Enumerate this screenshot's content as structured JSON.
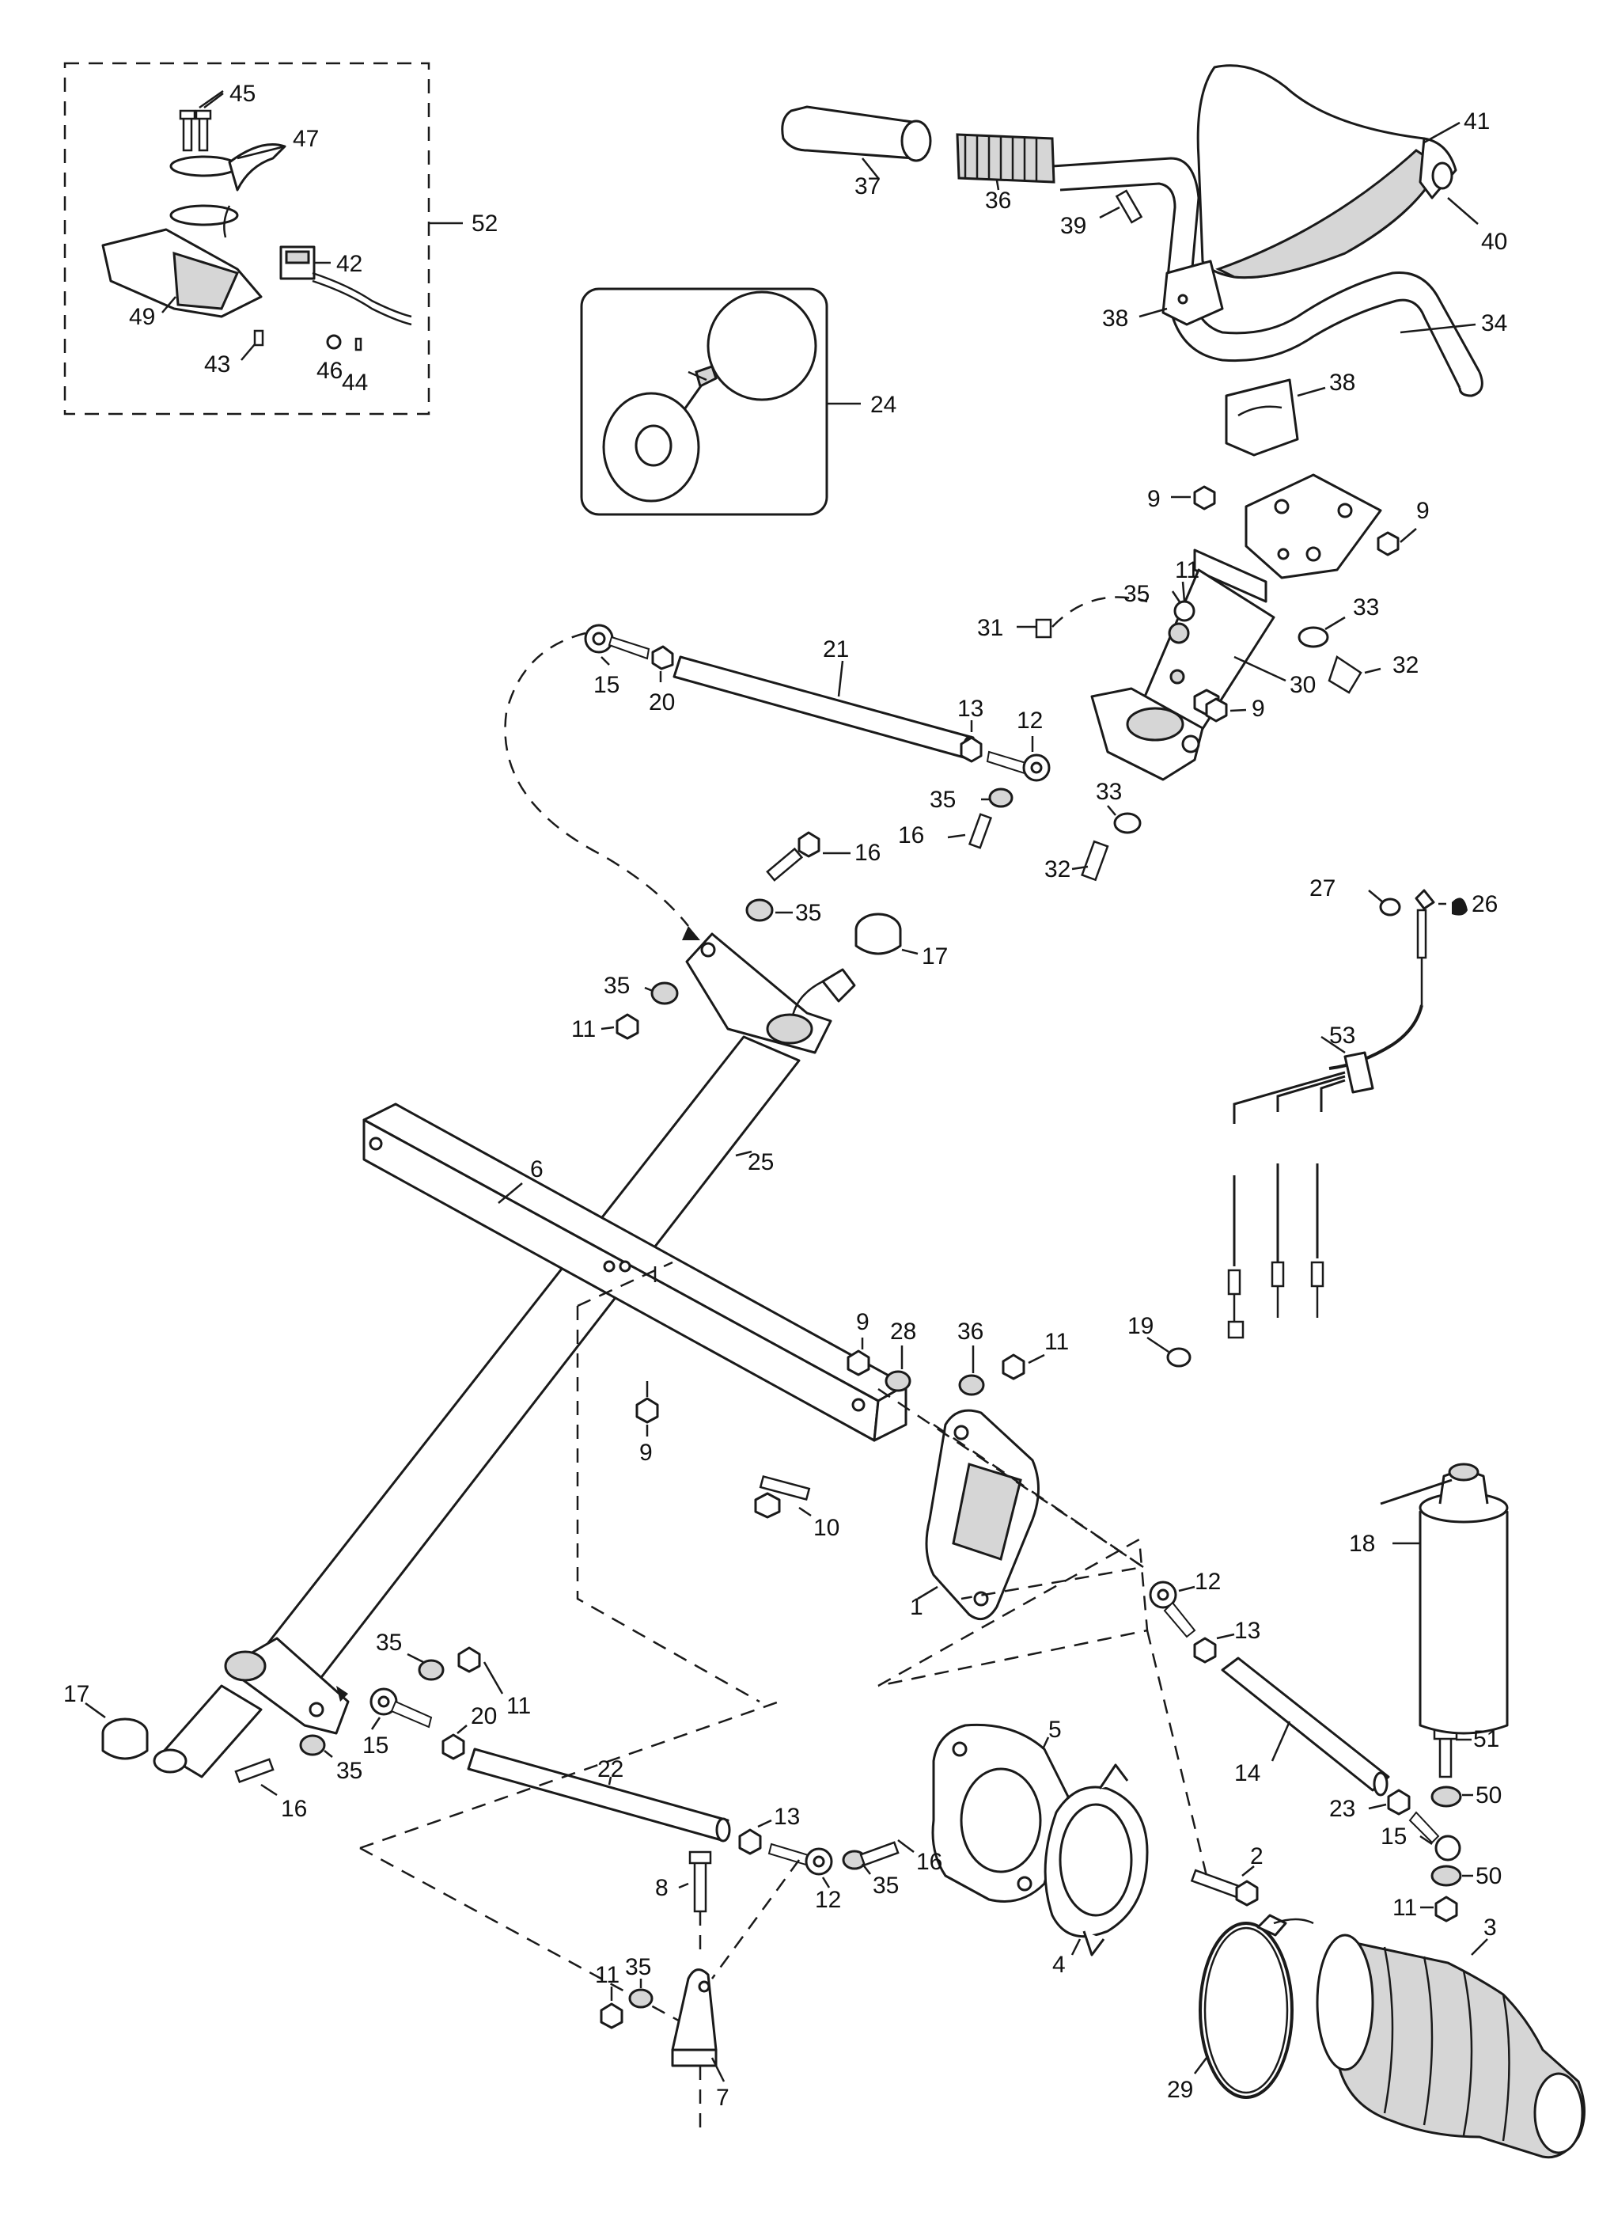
{
  "callouts": [
    {
      "id": "c45",
      "text": "45"
    },
    {
      "id": "c47",
      "text": "47"
    },
    {
      "id": "c52",
      "text": "52"
    },
    {
      "id": "c42",
      "text": "42"
    },
    {
      "id": "c49",
      "text": "49"
    },
    {
      "id": "c43",
      "text": "43"
    },
    {
      "id": "c46",
      "text": "46"
    },
    {
      "id": "c44",
      "text": "44"
    },
    {
      "id": "c24",
      "text": "24"
    },
    {
      "id": "c37",
      "text": "37"
    },
    {
      "id": "c36a",
      "text": "36"
    },
    {
      "id": "c39",
      "text": "39"
    },
    {
      "id": "c41",
      "text": "41"
    },
    {
      "id": "c40",
      "text": "40"
    },
    {
      "id": "c34",
      "text": "34"
    },
    {
      "id": "c38a",
      "text": "38"
    },
    {
      "id": "c38b",
      "text": "38"
    },
    {
      "id": "c9a",
      "text": "9"
    },
    {
      "id": "c9b",
      "text": "9"
    },
    {
      "id": "c35a",
      "text": "35"
    },
    {
      "id": "c11a",
      "text": "11"
    },
    {
      "id": "c33a",
      "text": "33"
    },
    {
      "id": "c31",
      "text": "31"
    },
    {
      "id": "c32a",
      "text": "32"
    },
    {
      "id": "c30",
      "text": "30"
    },
    {
      "id": "c21",
      "text": "21"
    },
    {
      "id": "c15a",
      "text": "15"
    },
    {
      "id": "c20a",
      "text": "20"
    },
    {
      "id": "c13a",
      "text": "13"
    },
    {
      "id": "c12a",
      "text": "12"
    },
    {
      "id": "c9c",
      "text": "9"
    },
    {
      "id": "c35b",
      "text": "35"
    },
    {
      "id": "c33b",
      "text": "33"
    },
    {
      "id": "c16a",
      "text": "16"
    },
    {
      "id": "c32b",
      "text": "32"
    },
    {
      "id": "c16b",
      "text": "16"
    },
    {
      "id": "c35c",
      "text": "35"
    },
    {
      "id": "c17a",
      "text": "17"
    },
    {
      "id": "c27",
      "text": "27"
    },
    {
      "id": "c26",
      "text": "26"
    },
    {
      "id": "c35d",
      "text": "35"
    },
    {
      "id": "c11b",
      "text": "11"
    },
    {
      "id": "c53",
      "text": "53"
    },
    {
      "id": "c6",
      "text": "6"
    },
    {
      "id": "c25",
      "text": "25"
    },
    {
      "id": "c9d",
      "text": "9"
    },
    {
      "id": "c28",
      "text": "28"
    },
    {
      "id": "c36b",
      "text": "36"
    },
    {
      "id": "c11c",
      "text": "11"
    },
    {
      "id": "c19",
      "text": "19"
    },
    {
      "id": "c9e",
      "text": "9"
    },
    {
      "id": "c10",
      "text": "10"
    },
    {
      "id": "c1",
      "text": "1"
    },
    {
      "id": "c18",
      "text": "18"
    },
    {
      "id": "c12b",
      "text": "12"
    },
    {
      "id": "c13b",
      "text": "13"
    },
    {
      "id": "c35e",
      "text": "35"
    },
    {
      "id": "c11d",
      "text": "11"
    },
    {
      "id": "c17b",
      "text": "17"
    },
    {
      "id": "c15b",
      "text": "15"
    },
    {
      "id": "c20b",
      "text": "20"
    },
    {
      "id": "c35f",
      "text": "35"
    },
    {
      "id": "c16c",
      "text": "16"
    },
    {
      "id": "c5",
      "text": "5"
    },
    {
      "id": "c14",
      "text": "14"
    },
    {
      "id": "c51",
      "text": "51"
    },
    {
      "id": "c50a",
      "text": "50"
    },
    {
      "id": "c23",
      "text": "23"
    },
    {
      "id": "c15c",
      "text": "15"
    },
    {
      "id": "c2",
      "text": "2"
    },
    {
      "id": "c50b",
      "text": "50"
    },
    {
      "id": "c11e",
      "text": "11"
    },
    {
      "id": "c22",
      "text": "22"
    },
    {
      "id": "c13c",
      "text": "13"
    },
    {
      "id": "c16d",
      "text": "16"
    },
    {
      "id": "c8",
      "text": "8"
    },
    {
      "id": "c35g",
      "text": "35"
    },
    {
      "id": "c12c",
      "text": "12"
    },
    {
      "id": "c35h",
      "text": "35"
    },
    {
      "id": "c11f",
      "text": "11"
    },
    {
      "id": "c4",
      "text": "4"
    },
    {
      "id": "c7",
      "text": "7"
    },
    {
      "id": "c29",
      "text": "29"
    },
    {
      "id": "c3",
      "text": "3"
    }
  ]
}
